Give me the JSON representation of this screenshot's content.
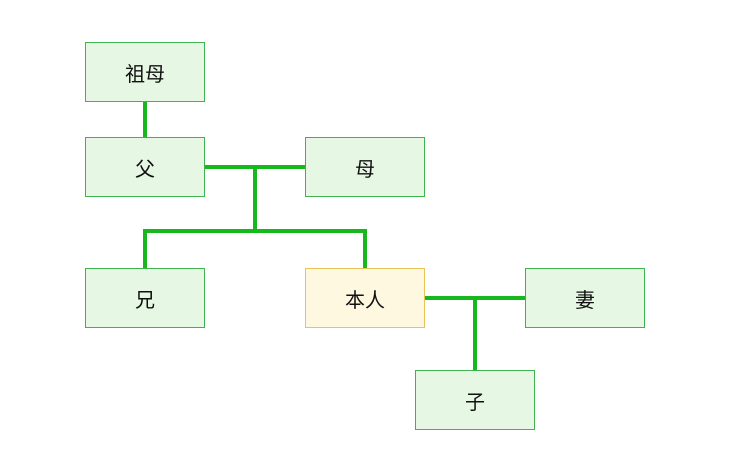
{
  "diagram": {
    "colors": {
      "line": "#17b81d",
      "node_fill": "#e6f7e3",
      "node_border": "#3fb34f",
      "self_fill": "#fff8e1",
      "self_border": "#e8c45a"
    },
    "nodes": {
      "grandmother": "祖母",
      "father": "父",
      "mother": "母",
      "elder_brother": "兄",
      "self": "本人",
      "wife": "妻",
      "child": "子"
    }
  }
}
